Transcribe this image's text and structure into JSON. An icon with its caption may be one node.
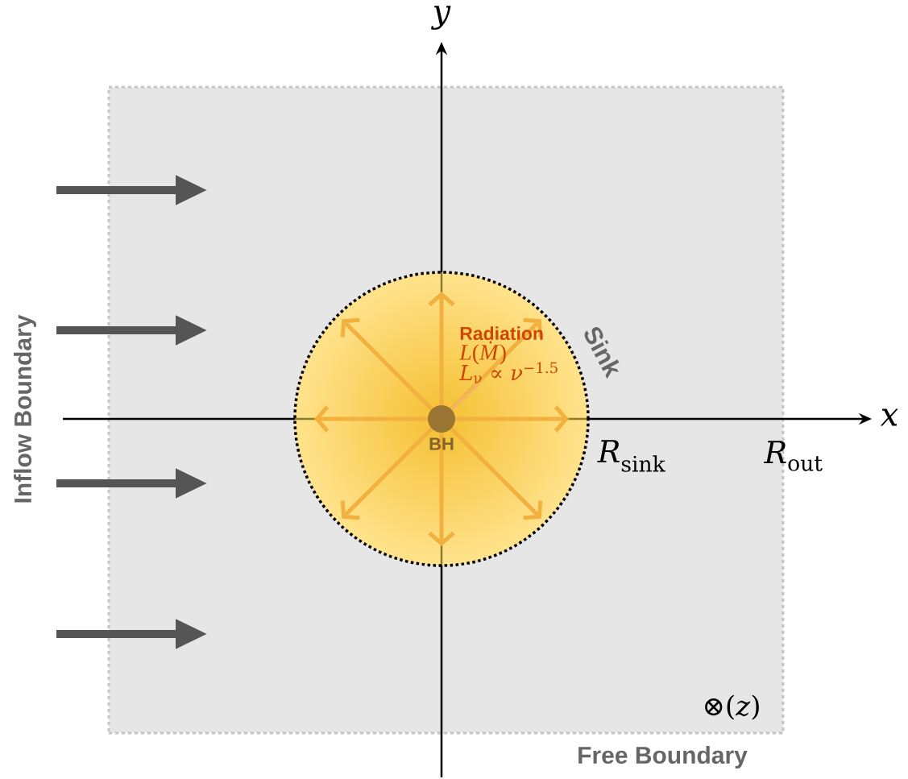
{
  "diagram": {
    "nodes": [
      {
        "text": [],
        "shape": "box"
      },
      {
        "text": [
          "Sink"
        ],
        "in": 0
      },
      {
        "text": [
          "BH"
        ],
        "in": 1
      },
      {
        "text": [
          "Radiation",
          "*L*(*Ṁ*)",
          "*L*$_{ν}$ ∝ *ν*$^{−1.5}$"
        ],
        "in": 1
      }
    ],
    "edges": [
      {
        "from": 3,
        "to": 2,
        "arrow": "none",
        "color": "#f3b85c"
      }
    ],
    "labels": [
      "*y*",
      "*x*",
      "*R*$_{sink}$",
      "*R*$_{out}$",
      "Inflow Boundary",
      "Free Boundary",
      "⊗(*z*)"
    ]
  }
}
